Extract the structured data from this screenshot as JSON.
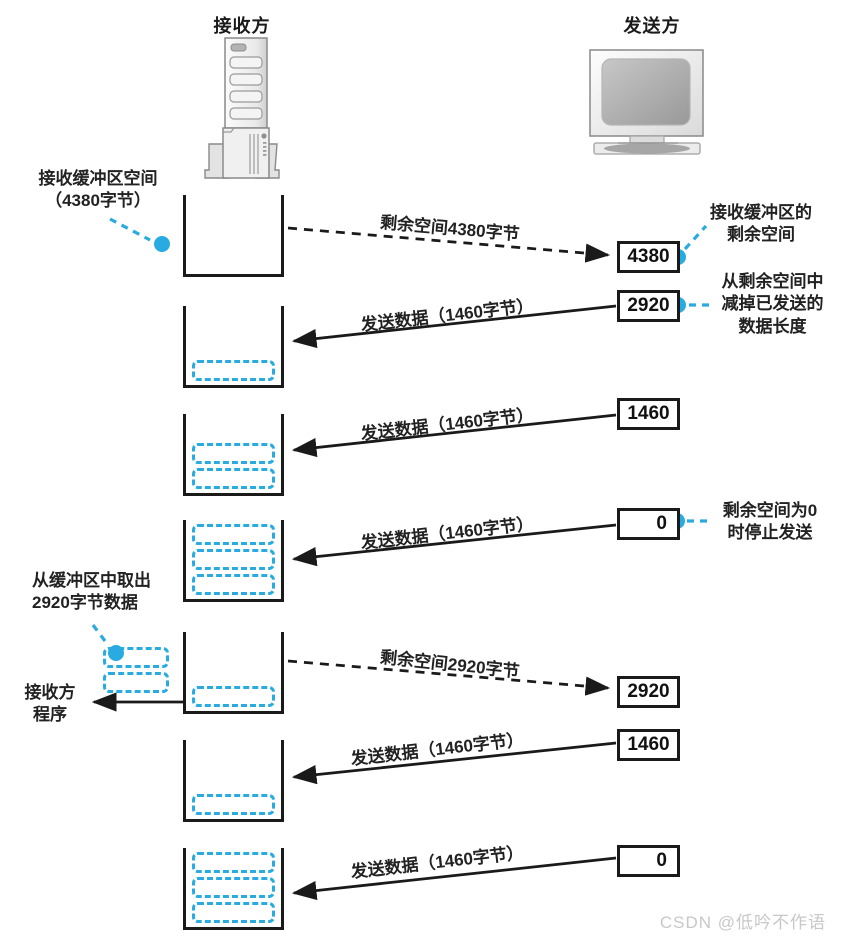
{
  "colors": {
    "accent": "#29ABE2",
    "line": "#1A1A1A"
  },
  "header": {
    "receiver": "接收方",
    "sender": "发送方"
  },
  "callouts": {
    "buffer_space": "接收缓冲区空间\n（4380字节）",
    "remaining_space": "接收缓冲区的\n剩余空间",
    "subtract_sent": "从剩余空间中\n减掉已发送的\n数据长度",
    "zero_stop": "剩余空间为0\n时停止发送",
    "take_out": "从缓冲区中取出\n2920字节数据",
    "receiver_program": "接收方\n程序"
  },
  "arrows": [
    {
      "label": "剩余空间4380字节",
      "direction": "right",
      "style": "dashed"
    },
    {
      "label": "发送数据（1460字节）",
      "direction": "left",
      "style": "solid"
    },
    {
      "label": "发送数据（1460字节）",
      "direction": "left",
      "style": "solid"
    },
    {
      "label": "发送数据（1460字节）",
      "direction": "left",
      "style": "solid"
    },
    {
      "label": "剩余空间2920字节",
      "direction": "right",
      "style": "dashed"
    },
    {
      "label": "发送数据（1460字节）",
      "direction": "left",
      "style": "solid"
    },
    {
      "label": "发送数据（1460字节）",
      "direction": "left",
      "style": "solid"
    }
  ],
  "window_values": [
    "4380",
    "2920",
    "1460",
    "0",
    "2920",
    "1460",
    "0"
  ],
  "buffers": [
    {
      "blocks": 0
    },
    {
      "blocks": 1
    },
    {
      "blocks": 2
    },
    {
      "blocks": 3
    },
    {
      "blocks": 1
    },
    {
      "blocks": 1
    },
    {
      "blocks": 3
    }
  ],
  "extracted_blocks": 2,
  "watermark": "CSDN @低吟不作语"
}
